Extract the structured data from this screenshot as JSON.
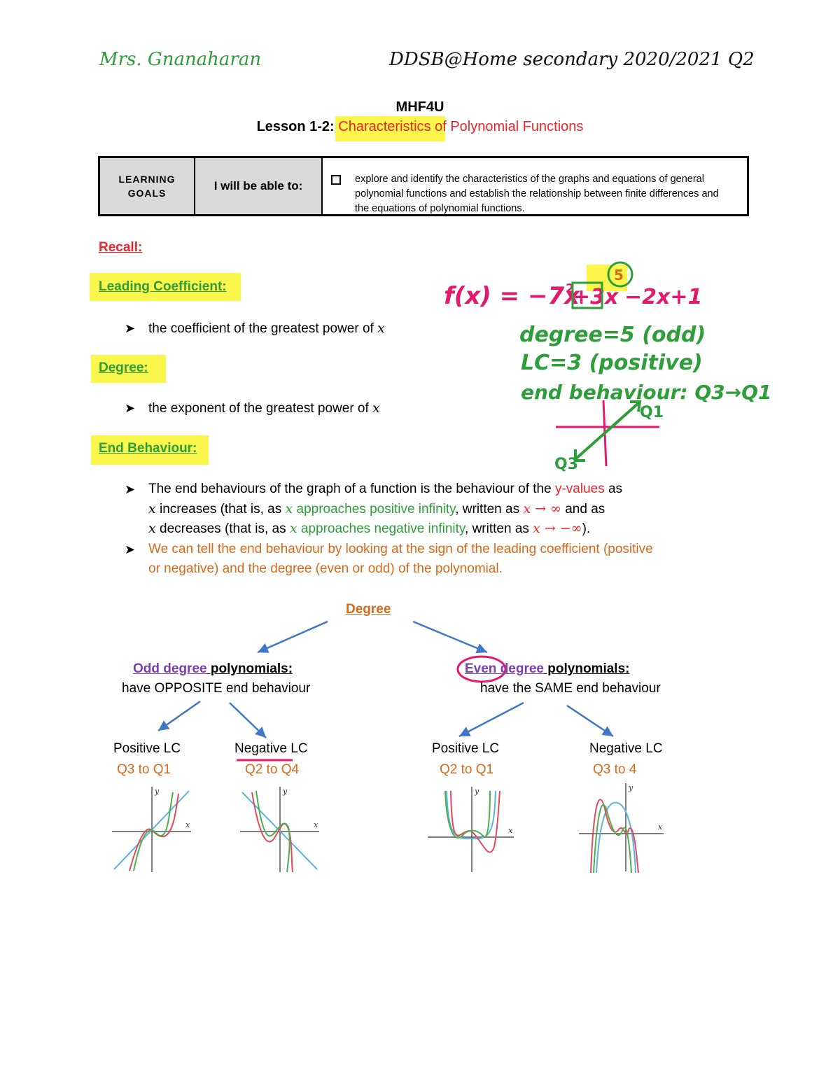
{
  "header": {
    "teacher": "Mrs. Gnanaharan",
    "program": "DDSB@Home secondary 2020/2021 Q2"
  },
  "title": {
    "course": "MHF4U",
    "lesson_label": "Lesson 1-2:",
    "lesson_title": "Characteristics of Polynomial Functions"
  },
  "goals": {
    "col1": "LEARNING GOALS",
    "col2": "I will be able to:",
    "text": "explore and identify the characteristics of the graphs and equations of general polynomial functions and establish the relationship between finite differences and the equations of polynomial functions."
  },
  "recall": {
    "heading": "Recall:",
    "leading_heading": "Leading Coefficient:",
    "leading_text": "the coefficient of the greatest power of",
    "degree_heading": "Degree:",
    "degree_text": "the exponent of the greatest power of",
    "var": "x",
    "end_heading": "End Behaviour:"
  },
  "end_behaviour": {
    "l1a": "The end behaviours of the graph of a function is the behaviour of the ",
    "l1b": "y-values",
    "l1c": " as",
    "l2a": " increases (that is, as ",
    "l2b": " approaches positive infinity",
    "l2c": ", written as ",
    "l2d": "x → ∞",
    "l2e": " and as",
    "l3a": " decreases (that is, as ",
    "l3b": " approaches negative infinity",
    "l3c": ", written as ",
    "l3d": "x → −∞",
    "l3e": ").",
    "l4": "We can tell the end behaviour by looking at the sign of the leading coefficient (positive",
    "l5": "or negative) and the degree (even or odd) of the polynomial."
  },
  "handwritten": {
    "equation": "f(x) = −7x",
    "exp": "2",
    "term": "+3x",
    "rest": "−2x+1",
    "circled": "5",
    "line1": "degree=5  (odd)",
    "line2": "LC=3   (positive)",
    "line3": "end  behaviour: Q3→Q1",
    "q1": "Q1",
    "q3": "Q3"
  },
  "tree": {
    "root": "Degree",
    "odd_a": "Odd degree",
    "odd_b": " polynomials:",
    "odd_sub": "have OPPOSITE end behaviour",
    "even_a": "Even degree",
    "even_b": " polynomials:",
    "even_sub": "have the SAME end behaviour",
    "leaves": [
      {
        "label": "Positive LC",
        "sub": "Q3 to Q1"
      },
      {
        "label": "Negative LC",
        "sub": "Q2 to Q4"
      },
      {
        "label": "Positive LC",
        "sub": "Q2 to Q1"
      },
      {
        "label": "Negative LC",
        "sub": "Q3 to 4"
      }
    ],
    "axis_x": "x",
    "axis_y": "y"
  },
  "colors": {
    "green": "#2e9e3a",
    "red": "#e8262c",
    "orange": "#d8691a",
    "purple": "#7b3fb5",
    "pink": "#e5196b",
    "highlight": "#fbf64b",
    "arrow_blue": "#3f78c6"
  }
}
